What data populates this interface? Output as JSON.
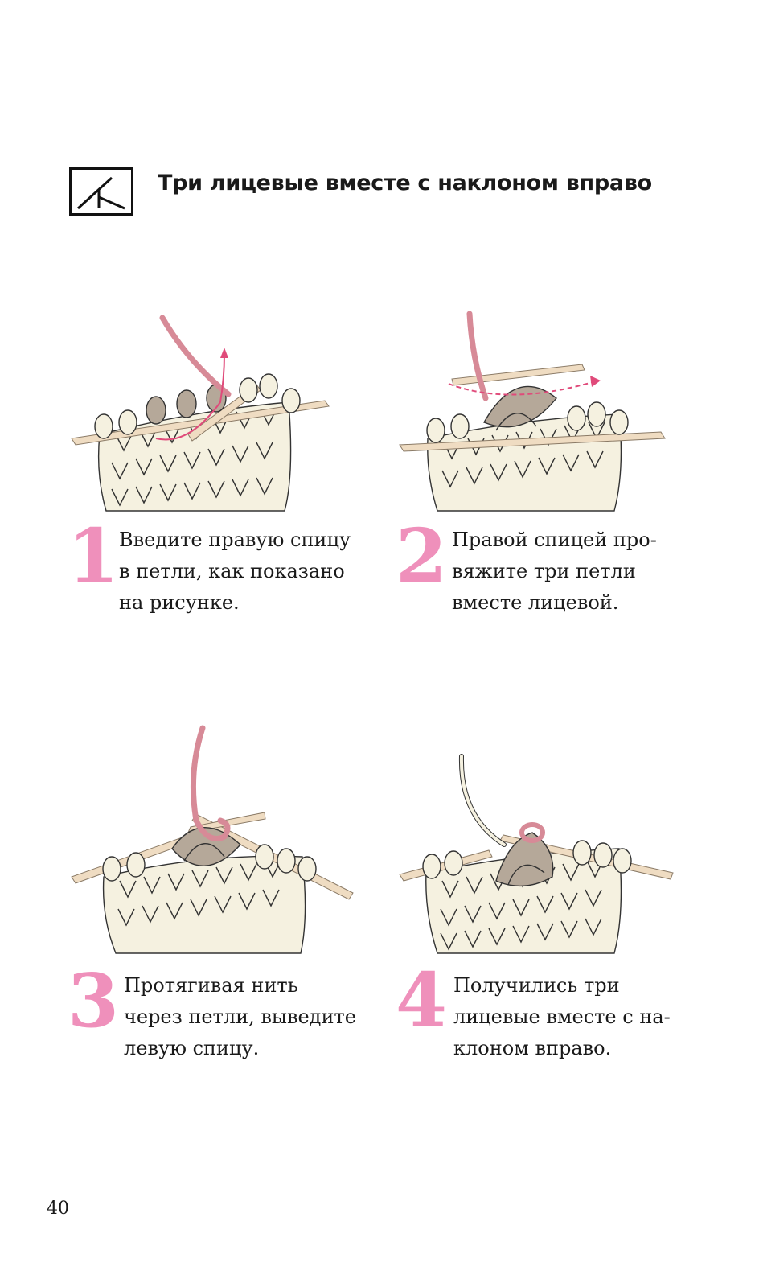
{
  "header": {
    "title": "Три лицевые вместе с наклоном вправо",
    "symbol_icon": "right-slant-three-together-symbol"
  },
  "steps": [
    {
      "number": "1",
      "lines": [
        "Введите правую спицу",
        "в петли, как показано",
        "на рисунке."
      ]
    },
    {
      "number": "2",
      "lines": [
        "Правой спицей про-",
        "вяжите три петли",
        "вместе лицевой."
      ]
    },
    {
      "number": "3",
      "lines": [
        "Протягивая нить",
        "через петли, выведите",
        "левую спицу."
      ]
    },
    {
      "number": "4",
      "lines": [
        "Получились три",
        "лицевые вместе с на-",
        "клоном вправо."
      ]
    }
  ],
  "page_number": "40",
  "colors": {
    "accent_pink": "#ef90bb",
    "yarn_cream": "#f5f1e0",
    "yarn_taupe": "#b5a899",
    "needle": "#efdcc2",
    "working_yarn": "#d78a97",
    "arrow": "#e04a7a"
  }
}
